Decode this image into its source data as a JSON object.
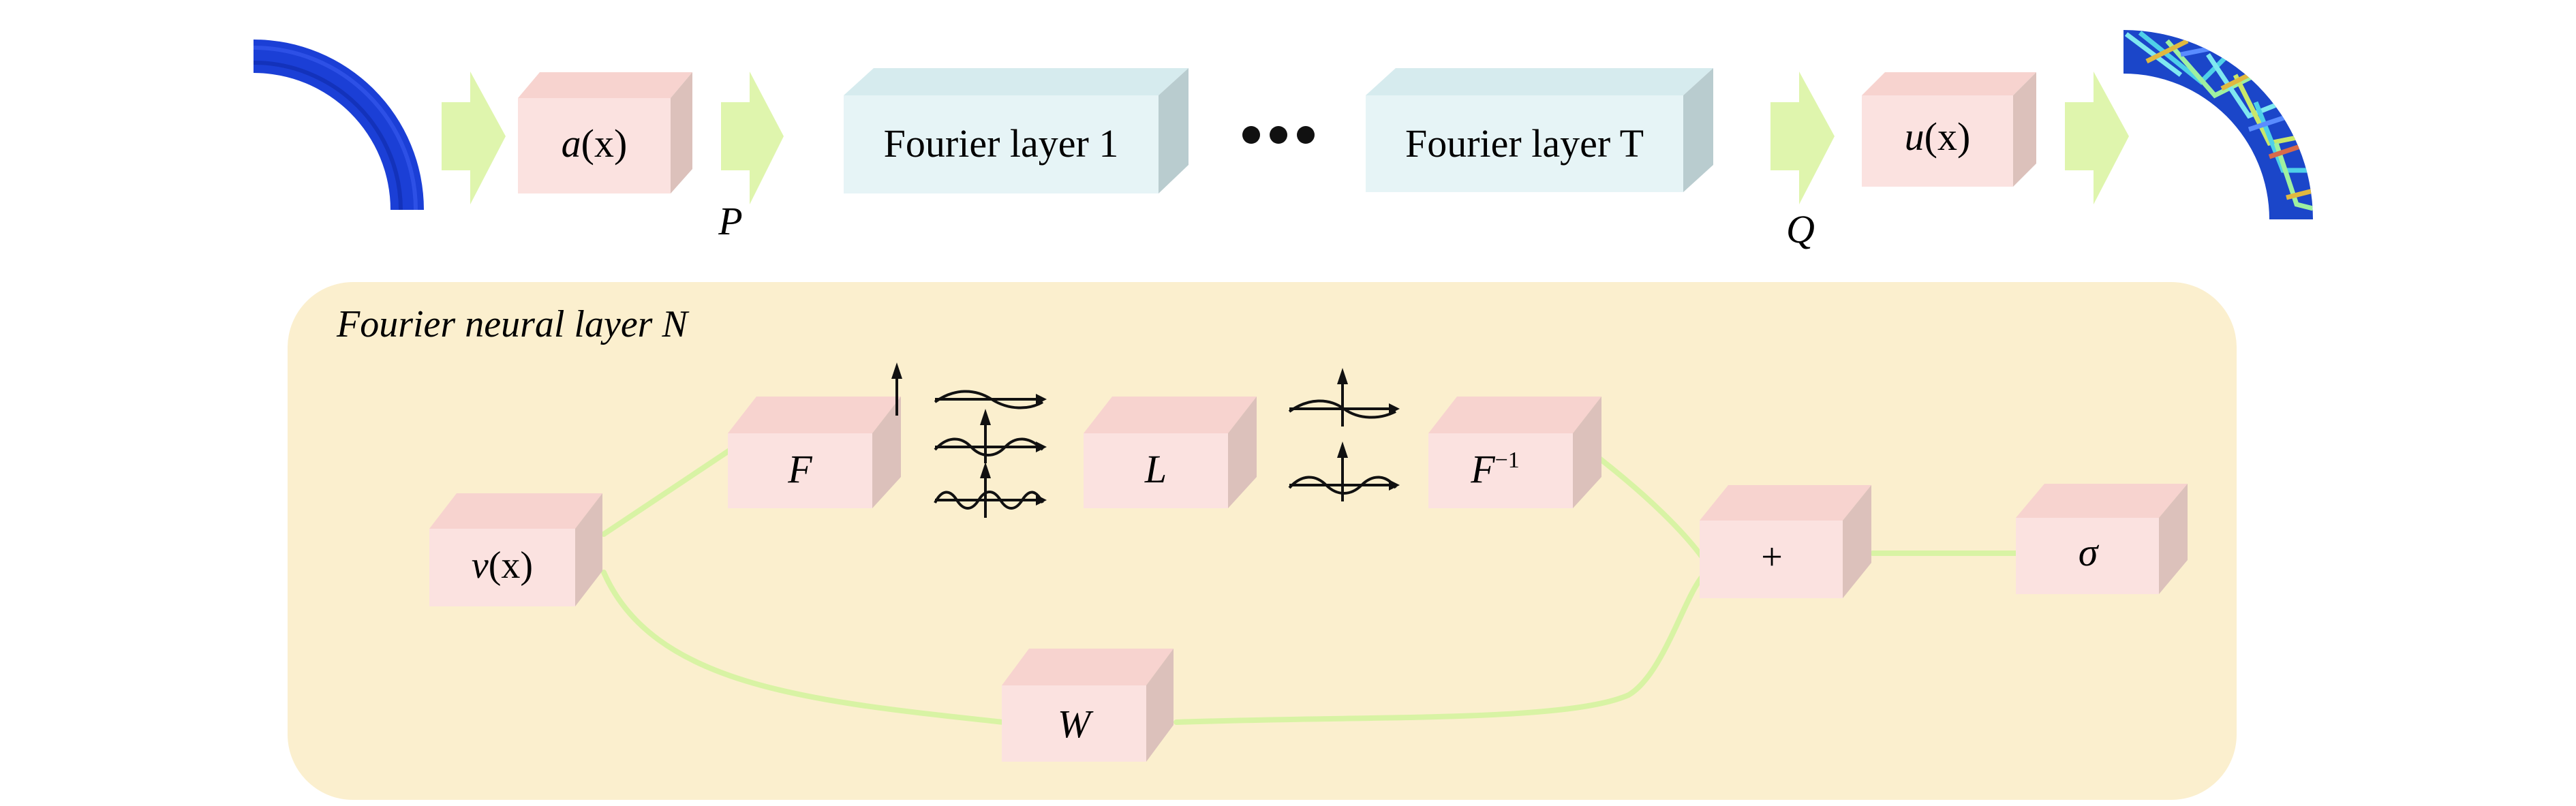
{
  "pipeline": {
    "input_label_main": "a",
    "input_label_arg": "(x)",
    "lift_label": "P",
    "fourier_first": "Fourier layer 1",
    "fourier_last": "Fourier layer T",
    "project_label": "Q",
    "output_label_main": "u",
    "output_label_arg": "(x)"
  },
  "panel": {
    "title": "Fourier neural layer N",
    "input_main": "v",
    "input_arg": "(x)",
    "fft": "F",
    "linear": "L",
    "ifft_main": "F",
    "ifft_sup": "−1",
    "weight": "W",
    "sum": "+",
    "activation": "σ"
  },
  "colors": {
    "arrow_green": "#dff5ad",
    "block_pink_face": "#fbe2e0",
    "block_pink_top": "#f7d3cf",
    "block_pink_side": "#dcc1bb",
    "block_blue_face": "#e6f4f6",
    "block_blue_top": "#d6ebee",
    "block_blue_side": "#b9cccf",
    "panel_bg": "#fbefce",
    "connector_green": "#d8f3a4",
    "domain_blue": "#1b3fd6"
  }
}
